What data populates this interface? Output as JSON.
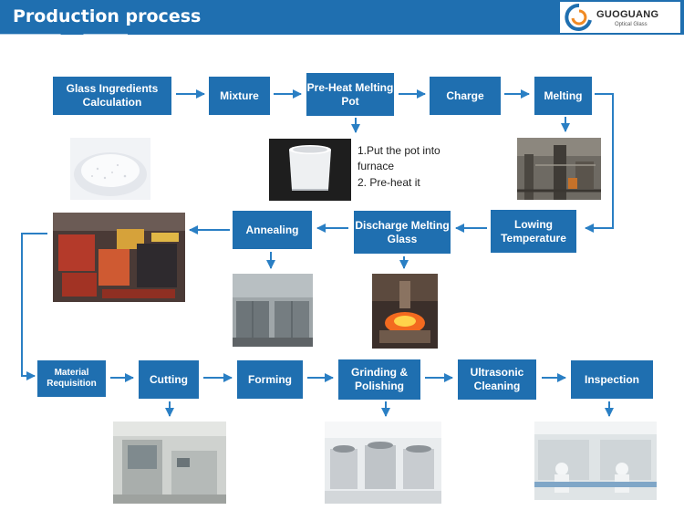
{
  "header": {
    "title": "Production process"
  },
  "logo": {
    "name": "GUOGUANG",
    "subtitle": "Optical Glass"
  },
  "steps": {
    "glass_ingredients": "Glass Ingredients Calculation",
    "mixture": "Mixture",
    "preheat": "Pre-Heat Melting Pot",
    "charge": "Charge",
    "melting": "Melting",
    "lowing": "Lowing Temperature",
    "discharge": "Discharge Melting Glass",
    "annealing": "Annealing",
    "material": "Material Requisition",
    "cutting": "Cutting",
    "forming": "Forming",
    "grinding": "Grinding & Polishing",
    "ultrasonic": "Ultrasonic Cleaning",
    "inspection": "Inspection"
  },
  "notes": {
    "line1": "1.Put the pot into furnace",
    "line2": "2. Pre-heat it"
  },
  "colors": {
    "accent": "#1f6fb0",
    "arrow": "#2a7fc4",
    "header": "#1f6fb0"
  }
}
